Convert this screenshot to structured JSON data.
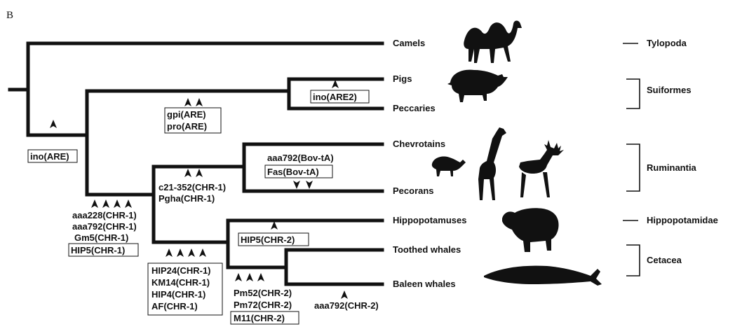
{
  "panel_label": "B",
  "taxa": {
    "camels": "Camels",
    "pigs": "Pigs",
    "peccaries": "Peccaries",
    "chevrotains": "Chevrotains",
    "pecorans": "Pecorans",
    "hippos": "Hippopotamuses",
    "toothed": "Toothed whales",
    "baleen": "Baleen whales"
  },
  "groups": {
    "tylopoda": "Tylopoda",
    "suiformes": "Suiformes",
    "ruminantia": "Ruminantia",
    "hippopotamidae": "Hippopotamidae",
    "cetacea": "Cetacea"
  },
  "markers": {
    "ino_are": "ino(ARE)",
    "gpi_are": "gpi(ARE)",
    "pro_are": "pro(ARE)",
    "ino_are2": "ino(ARE2)",
    "aaa792_bovta": "aaa792(Bov-tA)",
    "fas_bovta": "Fas(Bov-tA)",
    "c21": "c21-352(CHR-1)",
    "pgha": "Pgha(CHR-1)",
    "aaa228": "aaa228(CHR-1)",
    "aaa792_chr1": "aaa792(CHR-1)",
    "gm5": "Gm5(CHR-1)",
    "hip5_chr1": "HIP5(CHR-1)",
    "hip24": "HIP24(CHR-1)",
    "km14": "KM14(CHR-1)",
    "hip4": "HIP4(CHR-1)",
    "af": "AF(CHR-1)",
    "hip5_chr2": "HIP5(CHR-2)",
    "pm52": "Pm52(CHR-2)",
    "pm72": "Pm72(CHR-2)",
    "m11": "M11(CHR-2)",
    "aaa792_chr2": "aaa792(CHR-2)"
  }
}
